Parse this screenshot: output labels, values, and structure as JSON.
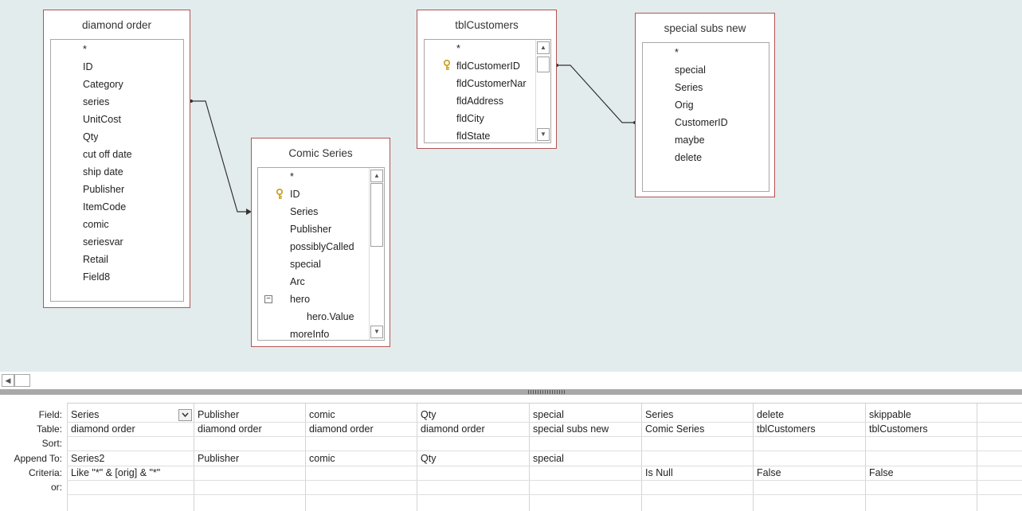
{
  "tables": {
    "diamond_order": {
      "title": "diamond order",
      "fields": [
        "*",
        "ID",
        "Category",
        "series",
        "UnitCost",
        "Qty",
        "cut off date",
        "ship date",
        "Publisher",
        "ItemCode",
        "comic",
        "seriesvar",
        "Retail",
        "Field8"
      ]
    },
    "comic_series": {
      "title": "Comic Series",
      "fields": [
        "*",
        "ID",
        "Series",
        "Publisher",
        "possiblyCalled",
        "special",
        "Arc",
        "hero",
        "hero.Value",
        "moreInfo"
      ]
    },
    "tbl_customers": {
      "title": "tblCustomers",
      "fields": [
        "*",
        "fldCustomerID",
        "fldCustomerNar",
        "fldAddress",
        "fldCity",
        "fldState"
      ]
    },
    "special_subs_new": {
      "title": "special subs new",
      "fields": [
        "*",
        "special",
        "Series",
        "Orig",
        "CustomerID",
        "maybe",
        "delete"
      ]
    }
  },
  "grid": {
    "row_labels": {
      "field": "Field:",
      "table": "Table:",
      "sort": "Sort:",
      "append_to": "Append To:",
      "criteria": "Criteria:",
      "or": "or:"
    },
    "columns": [
      {
        "field": "Series",
        "table": "diamond order",
        "append_to": "Series2",
        "criteria": "Like \"*\" & [orig] & \"*\""
      },
      {
        "field": "Publisher",
        "table": "diamond order",
        "append_to": "Publisher",
        "criteria": ""
      },
      {
        "field": "comic",
        "table": "diamond order",
        "append_to": "comic",
        "criteria": ""
      },
      {
        "field": "Qty",
        "table": "diamond order",
        "append_to": "Qty",
        "criteria": ""
      },
      {
        "field": "special",
        "table": "special subs new",
        "append_to": "special",
        "criteria": ""
      },
      {
        "field": "Series",
        "table": "Comic Series",
        "append_to": "",
        "criteria": "Is Null"
      },
      {
        "field": "delete",
        "table": "tblCustomers",
        "append_to": "",
        "criteria": "False"
      },
      {
        "field": "skippable",
        "table": "tblCustomers",
        "append_to": "",
        "criteria": "False"
      }
    ]
  },
  "colors": {
    "design_bg": "#e3ecec",
    "table_border": "#b25454",
    "key_icon": "#d4a017"
  },
  "icons": {
    "primary_key": "key-icon",
    "collapse": "minus-box-icon",
    "scroll_up": "arrow-up-icon",
    "scroll_down": "arrow-down-icon",
    "scroll_left": "arrow-left-icon",
    "dropdown": "chevron-down-icon"
  }
}
